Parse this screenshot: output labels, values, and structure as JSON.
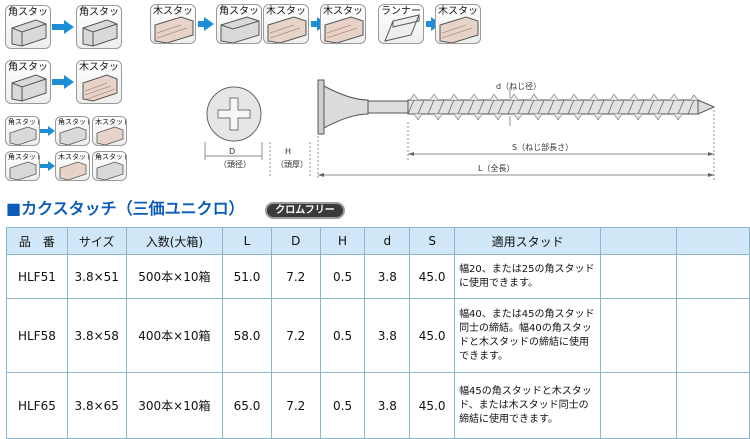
{
  "stud_icons": {
    "kaku_stud": "角スタッド",
    "moku_stud": "木スタッド",
    "runner": "ランナー"
  },
  "diagram": {
    "d_label": "d（ねじ径）",
    "s_label": "S（ねじ部長さ）",
    "l_label": "L（全長）",
    "D_letter": "D",
    "D_label": "（頭径）",
    "H_letter": "H",
    "H_label": "（頭厚）"
  },
  "section": {
    "title": "■カクスタッチ（三価ユニクロ）",
    "badge": "クロムフリー"
  },
  "table": {
    "headers": [
      "品　番",
      "サイズ",
      "入数(大箱)",
      "L",
      "D",
      "H",
      "d",
      "S",
      "適用スタッド"
    ],
    "rows": [
      {
        "code": "HLF51",
        "size": "3.8×51",
        "qty": "500本×10箱",
        "L": "51.0",
        "D": "7.2",
        "H": "0.5",
        "d": "3.8",
        "S": "45.0",
        "usage": "幅20、または25の角スタッドに使用できます。"
      },
      {
        "code": "HLF58",
        "size": "3.8×58",
        "qty": "400本×10箱",
        "L": "58.0",
        "D": "7.2",
        "H": "0.5",
        "d": "3.8",
        "S": "45.0",
        "usage": "幅40、または45の角スタッド同士の締結。幅40の角スタッドと木スタッドの締結に使用できます。"
      },
      {
        "code": "HLF65",
        "size": "3.8×65",
        "qty": "300本×10箱",
        "L": "65.0",
        "D": "7.2",
        "H": "0.5",
        "d": "3.8",
        "S": "45.0",
        "usage": "幅45の角スタッドと木スタッド、または木スタッド同士の締結に使用できます。"
      }
    ]
  }
}
